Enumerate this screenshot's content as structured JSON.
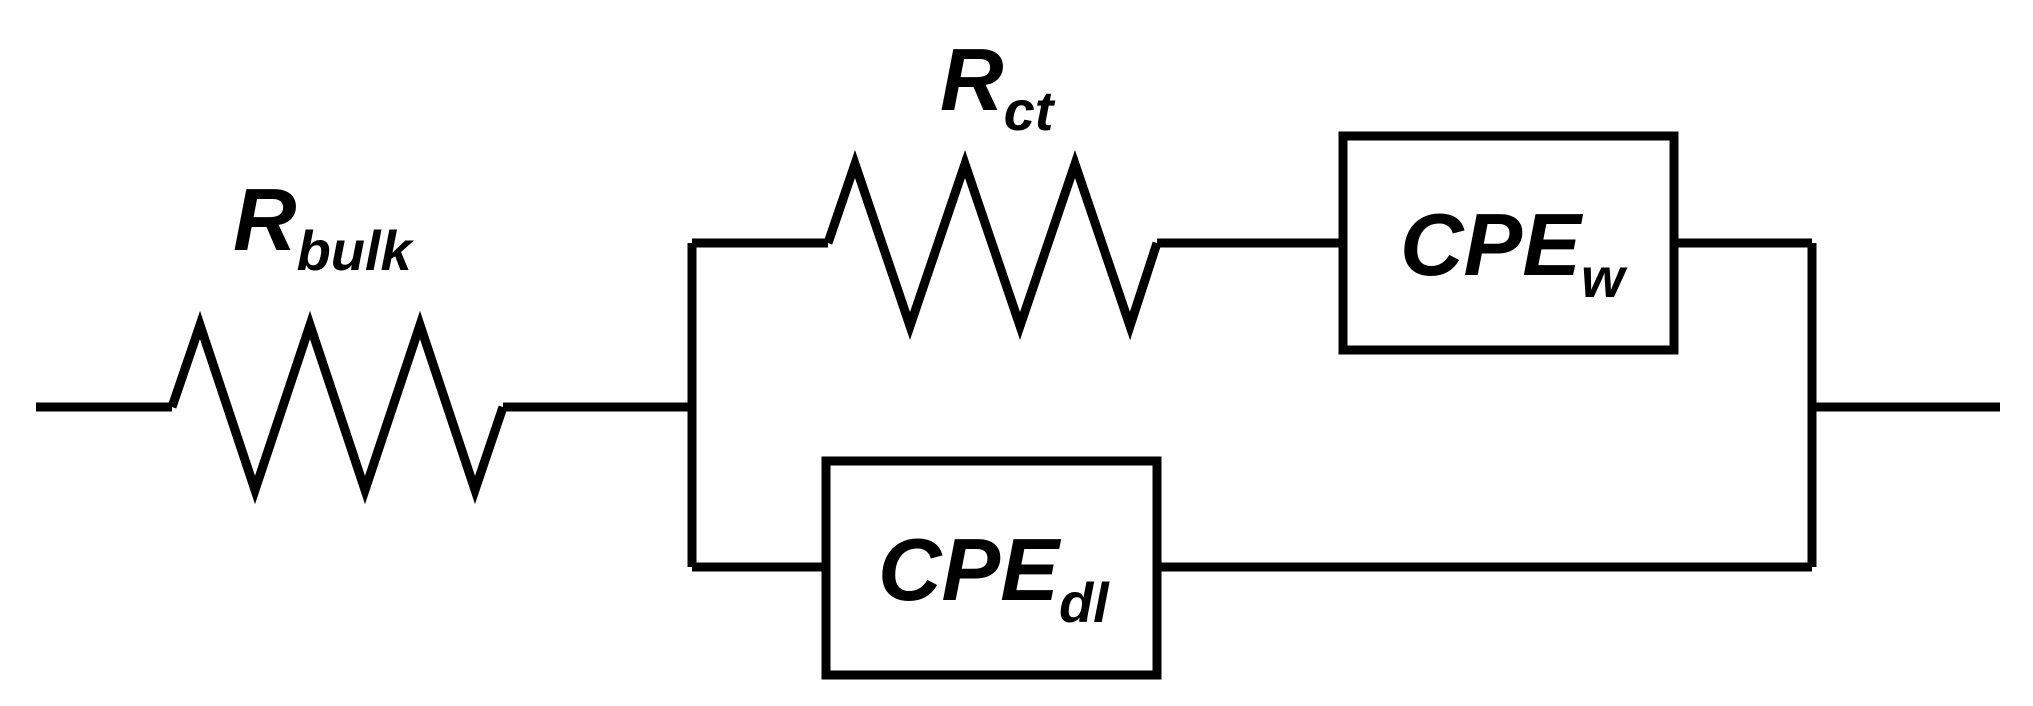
{
  "components": {
    "r_bulk": {
      "symbol": "R",
      "subscript": "bulk"
    },
    "r_ct": {
      "symbol": "R",
      "subscript": "ct"
    },
    "cpe_w": {
      "symbol": "CPE",
      "subscript": "w"
    },
    "cpe_dl": {
      "symbol": "CPE",
      "subscript": "dl"
    }
  },
  "colors": {
    "stroke": "#000000",
    "background": "#ffffff"
  }
}
